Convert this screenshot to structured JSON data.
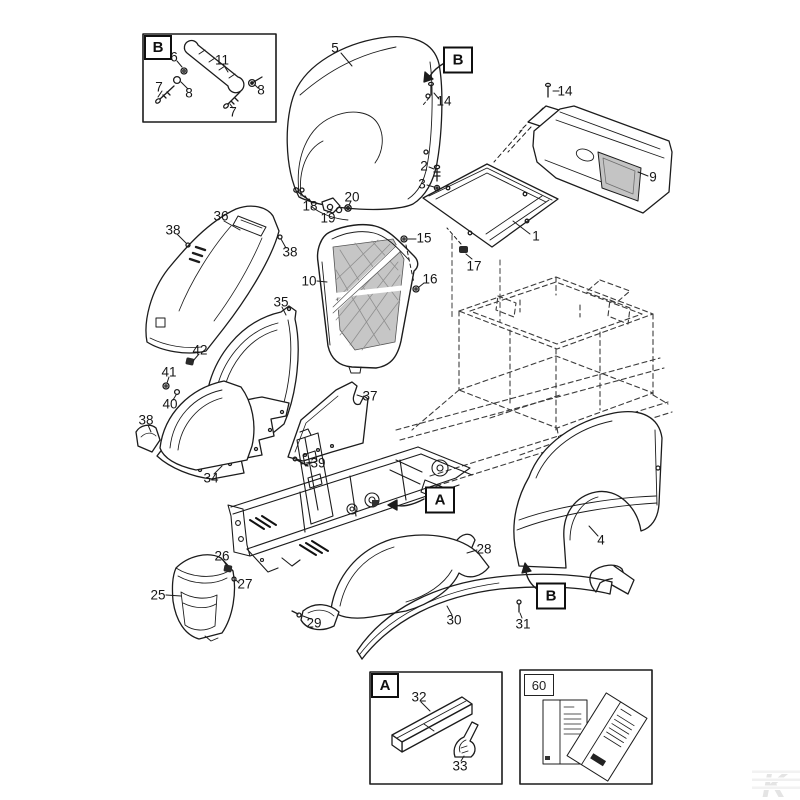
{
  "diagram": {
    "kind": "exploded-parts-diagram",
    "palette": {
      "background": "#ffffff",
      "line": "#1c1c1c",
      "dashed_line": "#3c3c3c",
      "mesh_shade": "#c6c6c6",
      "window_shade": "#c4c4c4",
      "dark_fill": "#2a2a2a",
      "watermark": "#ececec"
    }
  },
  "ref_labels": {
    "detail_box_top": "B",
    "ref_hood": "B",
    "ref_chassis": "A",
    "ref_fender": "B",
    "detail_box_bottom": "A",
    "manuals_box": "60"
  },
  "callouts": [
    {
      "n": "6"
    },
    {
      "n": "11"
    },
    {
      "n": "7"
    },
    {
      "n": "8"
    },
    {
      "n": "8"
    },
    {
      "n": "7"
    },
    {
      "n": "5"
    },
    {
      "n": "14"
    },
    {
      "n": "14"
    },
    {
      "n": "9"
    },
    {
      "n": "2"
    },
    {
      "n": "3"
    },
    {
      "n": "1"
    },
    {
      "n": "17"
    },
    {
      "n": "15"
    },
    {
      "n": "16"
    },
    {
      "n": "18"
    },
    {
      "n": "19"
    },
    {
      "n": "20"
    },
    {
      "n": "36"
    },
    {
      "n": "38"
    },
    {
      "n": "38"
    },
    {
      "n": "10"
    },
    {
      "n": "35"
    },
    {
      "n": "42"
    },
    {
      "n": "41"
    },
    {
      "n": "40"
    },
    {
      "n": "38"
    },
    {
      "n": "34"
    },
    {
      "n": "37"
    },
    {
      "n": "39"
    },
    {
      "n": "26"
    },
    {
      "n": "27"
    },
    {
      "n": "25"
    },
    {
      "n": "28"
    },
    {
      "n": "29"
    },
    {
      "n": "30"
    },
    {
      "n": "31"
    },
    {
      "n": "4"
    },
    {
      "n": "32"
    },
    {
      "n": "33"
    }
  ]
}
